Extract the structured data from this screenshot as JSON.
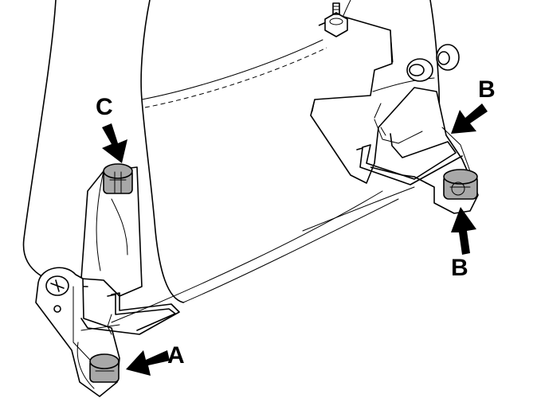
{
  "colors": {
    "line": "#000000",
    "background": "#ffffff",
    "highlighted_bolt": "#a8a8a8"
  },
  "callouts": {
    "a": "A",
    "b_upper": "B",
    "b_lower": "B",
    "c": "C"
  },
  "icons": {
    "arrow": "callout-arrow",
    "bolt": "hex-head-bolt",
    "screw": "phillips-screw"
  }
}
